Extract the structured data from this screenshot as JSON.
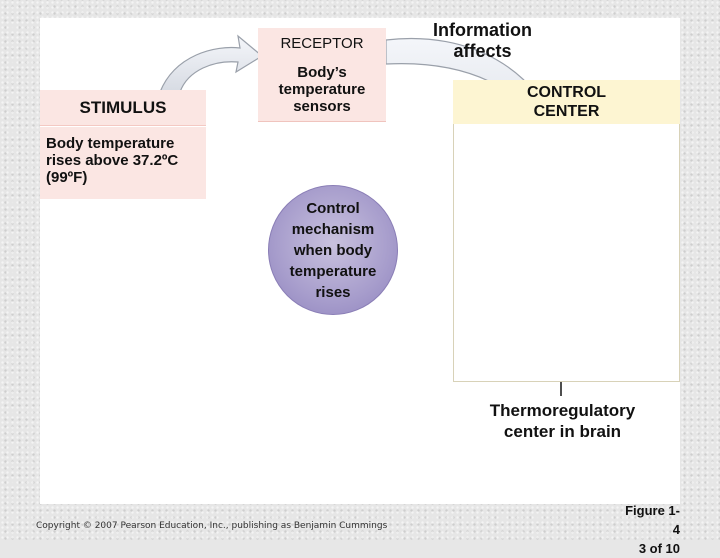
{
  "stimulus": {
    "title": "STIMULUS",
    "body_line1": "Body temperature",
    "body_line2": "rises above 37.2ºC",
    "body_line3": "(99ºF)"
  },
  "receptor": {
    "title": "RECEPTOR",
    "body_line1": "Body’s",
    "body_line2": "temperature",
    "body_line3": "sensors"
  },
  "information": {
    "line1": "Information",
    "line2": "affects"
  },
  "control_center": {
    "line1": "CONTROL",
    "line2": "CENTER"
  },
  "mechanism": {
    "line1": "Control",
    "line2": "mechanism",
    "line3": "when body",
    "line4": "temperature",
    "line5": "rises"
  },
  "thermoregulatory": {
    "line1": "Thermoregulatory",
    "line2": "center in brain"
  },
  "footer": {
    "copyright": "Copyright © 2007 Pearson Education, Inc., publishing as Benjamin Cummings",
    "figure": "Figure 1-4",
    "page": "3 of 10"
  },
  "colors": {
    "stimulus_fill": "#fbe6e3",
    "control_fill": "#fdf5d2",
    "mechanism_fill": "#a79dcc",
    "brain": "#e2b98f",
    "highlight": "#8f4fa0",
    "arrow": "#e9ecf2"
  }
}
